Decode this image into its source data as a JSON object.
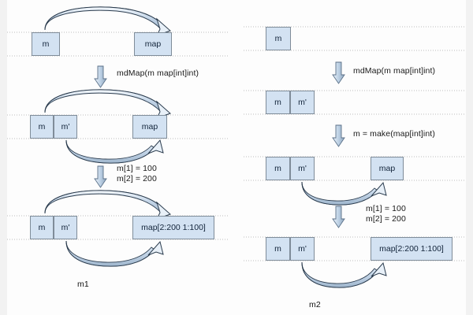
{
  "figure": {
    "title_left": "m1",
    "title_right": "m2",
    "box_fill": "#d3e2f2",
    "box_stroke": "#7f8c99",
    "arrow_fill": "#c7d8ea",
    "arrow_stroke": "#2a3b4d",
    "guide_color": "#b9b9b9",
    "text_color": "#1a1a1a"
  },
  "labels": {
    "m": "m",
    "m_prime": "m'",
    "map": "map",
    "map_filled": "map[2:200 1:100]",
    "func_decl": "mdMap(m map[int]int)",
    "make_stmt": "m = make(map[int]int)",
    "assign_1": "m[1] = 100",
    "assign_2": "m[2] = 200"
  },
  "left_column": {
    "caption": "m1",
    "steps": [
      {
        "step": 1,
        "boxes": [
          {
            "name": "m-box",
            "cells": [
              "m"
            ]
          },
          {
            "name": "map-box",
            "cells": [
              "map"
            ]
          }
        ],
        "arrows": [
          "m-to-map-over"
        ]
      },
      {
        "step": 2,
        "transition": "mdMap(m map[int]int)",
        "boxes": [
          {
            "name": "m-mprime-box",
            "cells": [
              "m",
              "m'"
            ]
          },
          {
            "name": "map-box",
            "cells": [
              "map"
            ]
          }
        ],
        "arrows": [
          "m-to-map-over",
          "mprime-to-map-under"
        ]
      },
      {
        "step": 3,
        "transition_lines": [
          "m[1] = 100",
          "m[2] = 200"
        ],
        "boxes": [
          {
            "name": "m-mprime-box",
            "cells": [
              "m",
              "m'"
            ]
          },
          {
            "name": "map-filled-box",
            "cells": [
              "map[2:200 1:100]"
            ]
          }
        ],
        "arrows": [
          "m-to-map-over",
          "mprime-to-map-under"
        ]
      }
    ]
  },
  "right_column": {
    "caption": "m2",
    "steps": [
      {
        "step": 1,
        "boxes": [
          {
            "name": "m-box",
            "cells": [
              "m"
            ]
          }
        ],
        "arrows": []
      },
      {
        "step": 2,
        "transition": "mdMap(m map[int]int)",
        "boxes": [
          {
            "name": "m-mprime-box",
            "cells": [
              "m",
              "m'"
            ]
          }
        ],
        "arrows": []
      },
      {
        "step": 3,
        "transition": "m = make(map[int]int)",
        "boxes": [
          {
            "name": "m-mprime-box",
            "cells": [
              "m",
              "m'"
            ]
          },
          {
            "name": "map-box",
            "cells": [
              "map"
            ]
          }
        ],
        "arrows": [
          "mprime-to-map-under"
        ]
      },
      {
        "step": 4,
        "transition_lines": [
          "m[1] = 100",
          "m[2] = 200"
        ],
        "boxes": [
          {
            "name": "m-mprime-box",
            "cells": [
              "m",
              "m'"
            ]
          },
          {
            "name": "map-filled-box",
            "cells": [
              "map[2:200 1:100]"
            ]
          }
        ],
        "arrows": [
          "mprime-to-map-under"
        ]
      }
    ]
  }
}
